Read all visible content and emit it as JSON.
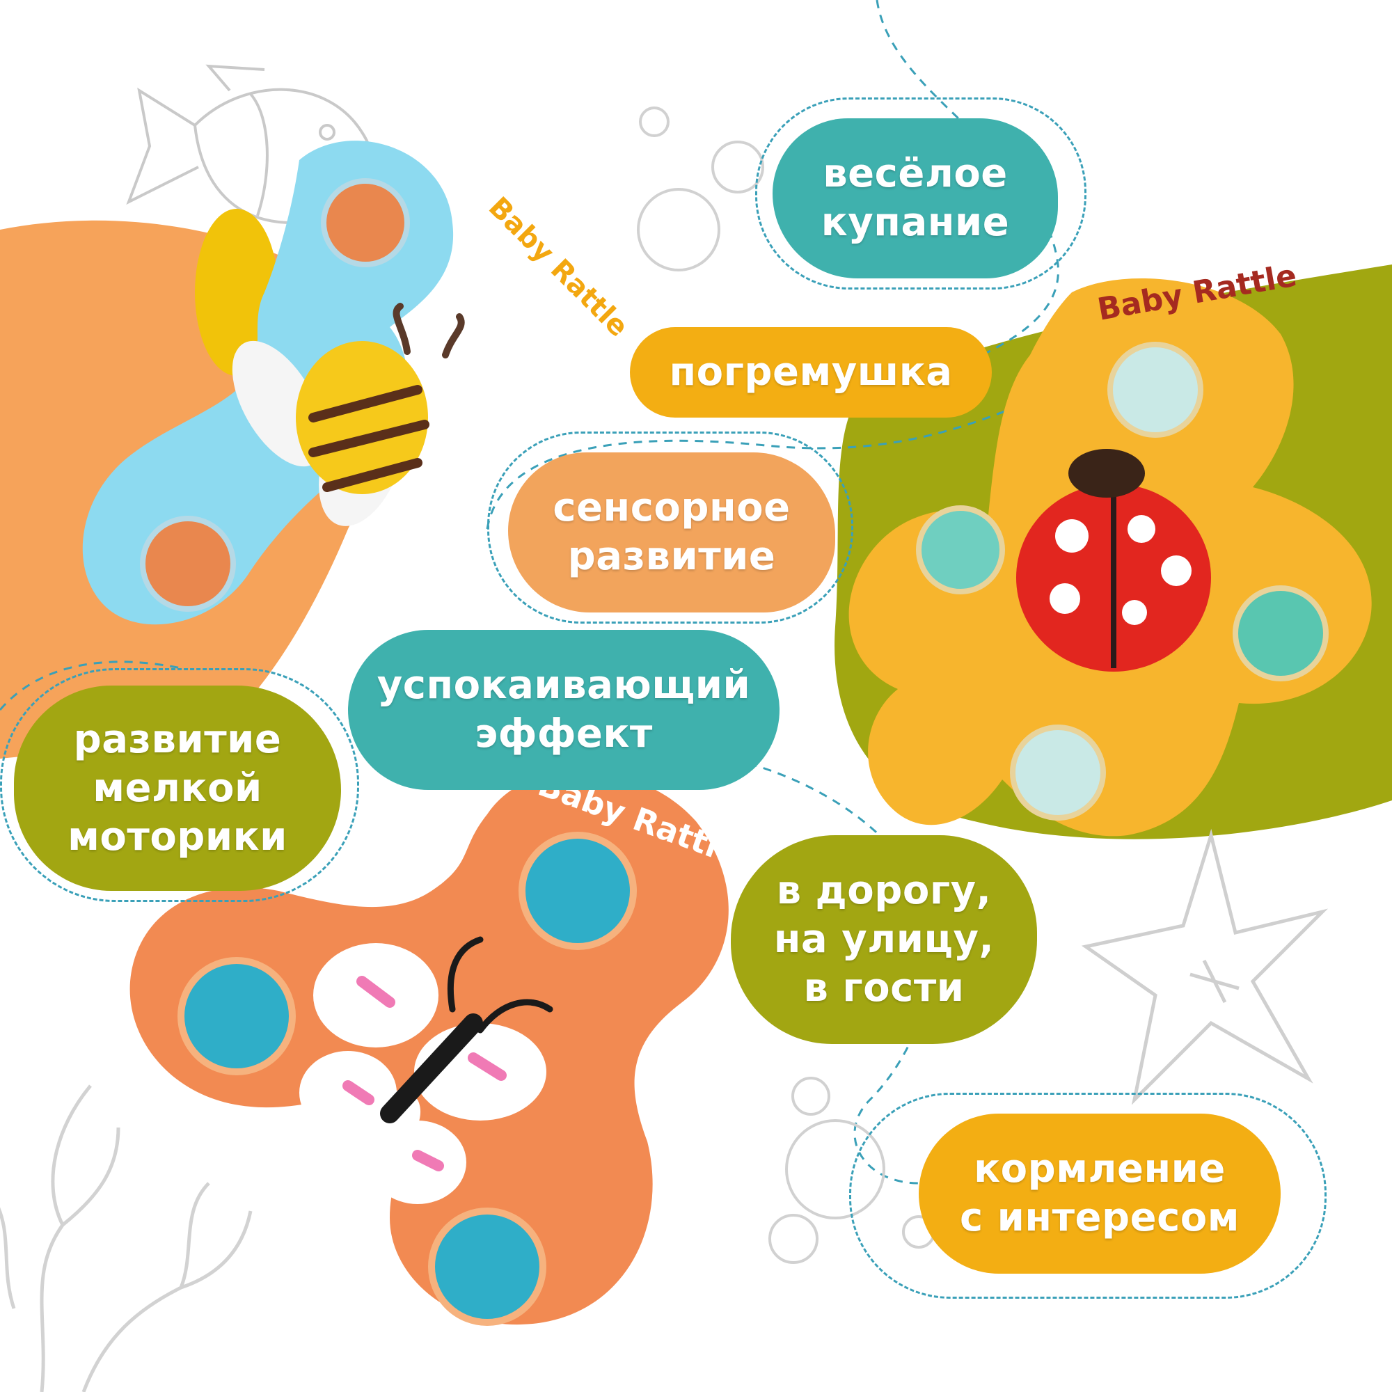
{
  "toy_brand_text": "Baby Rattle",
  "features": {
    "bath": [
      "весёлое",
      "купание"
    ],
    "rattle": [
      "погремушка"
    ],
    "sensory": [
      "сенсорное",
      "развитие"
    ],
    "calming": [
      "успокаивающий",
      "эффект"
    ],
    "motor": [
      "развитие",
      "мелкой",
      "моторики"
    ],
    "travel": [
      "в дорогу,",
      "на улицу,",
      "в гости"
    ],
    "feeding": [
      "кормление",
      "с интересом"
    ]
  },
  "colors": {
    "teal": "#3fb1ad",
    "amber": "#f3ae13",
    "peach": "#f2a45c",
    "olive": "#a2a612",
    "dash": "#3aa0b8"
  },
  "icons": [
    "fish-outline-icon",
    "bubbles-outline-icon",
    "starfish-outline-icon",
    "coral-outline-icon",
    "bee-spinner-toy",
    "ladybug-spinner-toy",
    "butterfly-spinner-toy"
  ]
}
